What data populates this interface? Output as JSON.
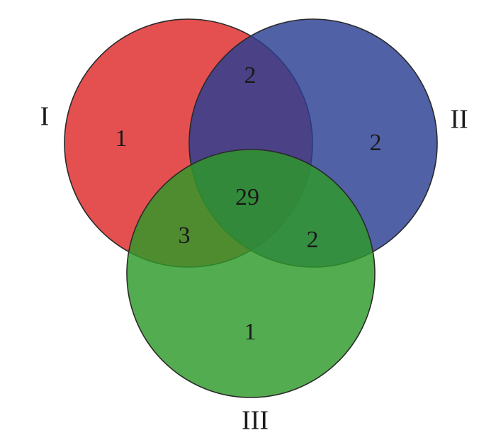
{
  "sets": [
    {
      "id": "I",
      "label": "I",
      "color": "#de2a2a"
    },
    {
      "id": "II",
      "label": "II",
      "color": "#2a3e92"
    },
    {
      "id": "III",
      "label": "III",
      "color": "#2e9a2a"
    }
  ],
  "regions": {
    "only_I": "1",
    "only_II": "2",
    "only_III": "1",
    "I_II": "2",
    "I_III": "3",
    "II_III": "2",
    "I_II_III": "29"
  }
}
